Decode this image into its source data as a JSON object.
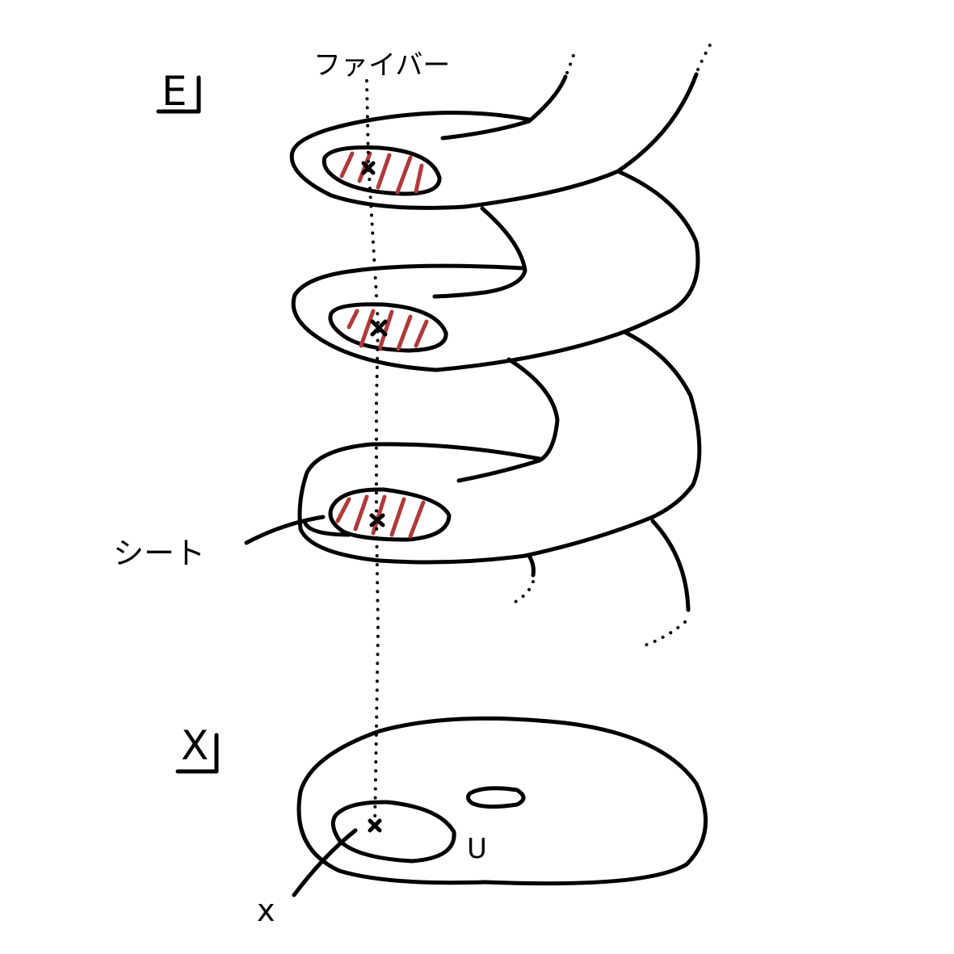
{
  "labels": {
    "total_space": "E",
    "base_space": "X",
    "fiber": "ファイバー",
    "sheet": "シート",
    "point": "x",
    "neighborhood": "U"
  },
  "colors": {
    "ink": "#000000",
    "hatch": "#b03a3a",
    "background": "#ffffff"
  },
  "icons": {
    "fiber_point_marker": "cross-mark",
    "base_point_marker": "cross-mark"
  }
}
